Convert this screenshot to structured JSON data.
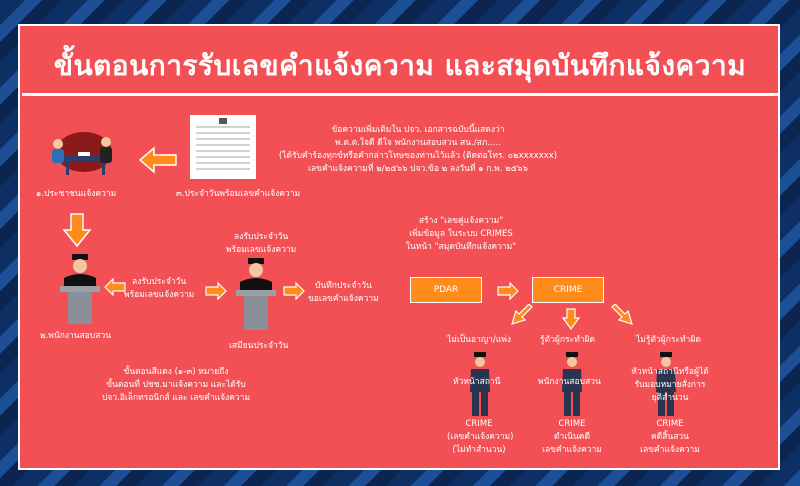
{
  "title": "ขั้นตอนการรับเลขคำแจ้งความ และสมุดบันทึกแจ้งความ",
  "top": {
    "doc_note": [
      "ข้อความเพิ่มเติมใน ปจว. เอกสารฉบับนี้แสดงว่า",
      "พ.ต.ต.ใจดี ดีใจ พนักงานสอบสวน สน./สภ.....",
      "(ได้รับคำร้องทุกข์หรือคำกล่าวโทษของท่านไว้แล้ว (ติดต่อโทร. ๐๒xxxxxxx)",
      "เลขคำแจ้งความที่ ๒/๒๕๖๖ ปจว.ข้อ ๒ ลงวันที่ ๑ ก.พ. ๒๕๖๖"
    ],
    "citizen_label": "๑.ประชาชนแจ้งความ",
    "receipt_label": "๓.ประจำวันพร้อมเลขคำแจ้งความ"
  },
  "middle": {
    "officer_label": "๒.พนักงานสอบสวน",
    "log_note": [
      "ลงรับประจำวัน",
      "พร้อมเลขแจ้งความ"
    ],
    "log_note2": [
      "ลงรับประจำวัน",
      "พร้อมเลขแจ้งความ"
    ],
    "clerk_label": "เสมียนประจำวัน",
    "record_note": [
      "บันทึกประจำวัน",
      "ขอเลขคำแจ้งความ"
    ],
    "create_note": [
      "สร้าง \"เลขคู่แจ้งความ\"",
      "เพิ่มข้อมูล ในระบบ CRIMES",
      "ในหน้า \"สมุดบันทึกแจ้งความ\""
    ],
    "pdar_label": "PDAR",
    "crime_label": "CRIME"
  },
  "bottom": {
    "legend": [
      "ขั้นตอนสีแดง (๑-๓) หมายถึง",
      "ขั้นตอนที่ ปชช.มาแจ้งความ และได้รับ",
      "ปจว.อิเล็กทรอนิกส์ และ เลขคำแจ้งความ"
    ],
    "branches": [
      {
        "title": "ไม่เป็นอาญา/แพ่ง",
        "person": "หัวหน้าสถานี",
        "result": [
          "CRIME",
          "(เลขคำแจ้งความ)",
          "(ไม่ทำสำนวน)"
        ]
      },
      {
        "title": "รู้ตัวผู้กระทำผิด",
        "person": "พนักงานสอบสวน",
        "result": [
          "CRIME",
          "ดำเนินคดี",
          "เลขคำแจ้งความ"
        ]
      },
      {
        "title": "ไม่รู้ตัวผู้กระทำผิด",
        "person": [
          "หัวหน้าสถานีหรือผู้ได้",
          "รับมอบหมายสั่งการ",
          "ยุติสำนวน"
        ],
        "result": [
          "CRIME",
          "คดีสิ้นสวน",
          "เลขคำแจ้งความ"
        ]
      }
    ]
  },
  "colors": {
    "frame": "#f25055",
    "accent": "#ff8c1a",
    "background": "#0d2a55"
  }
}
